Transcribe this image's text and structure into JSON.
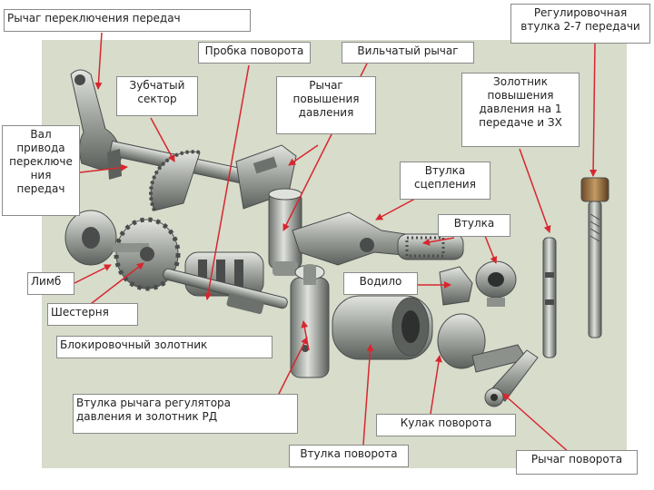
{
  "labels": {
    "shift_lever": "Рычаг переключения передач",
    "adjusting_sleeve": "Регулировочная\nвтулка 2-7 передачи",
    "turn_plug": "Пробка поворота",
    "fork_lever": "Вильчатый рычаг",
    "toothed_sector": "Зубчатый\nсектор",
    "pressure_lever": "Рычаг\nповышения\nдавления",
    "pressure_spool": "Золотник\nповышения\nдавления на 1\nпередаче и ЗХ",
    "shift_shaft": "Вал\nпривода\nпереключе\nния\nпередач",
    "clutch_sleeve": "Втулка\nсцепления",
    "sleeve": "Втулка",
    "limb": "Лимб",
    "carrier": "Водило",
    "gear": "Шестерня",
    "blocking_spool": "Блокировочный золотник",
    "regulator_sleeve": "Втулка рычага регулятора\nдавления и золотник РД",
    "turn_cam": "Кулак поворота",
    "turn_sleeve": "Втулка поворота",
    "turn_lever": "Рычаг поворота"
  },
  "colors": {
    "photo_background": "#d7dccb",
    "arrow": "#d8262e",
    "label_border": "#8a8a8a",
    "metal_dark": "#4a4c4c",
    "metal_light": "#b6bbb5"
  }
}
